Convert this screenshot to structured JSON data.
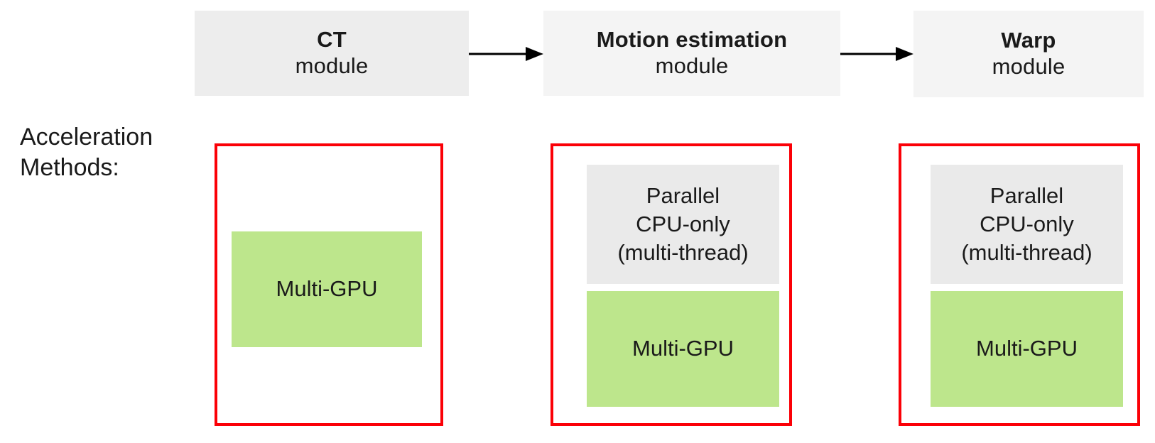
{
  "diagram": {
    "type": "pipeline-with-acceleration-methods",
    "colors": {
      "module_fill_light": "#f4f4f4",
      "module_fill_dark": "#ededed",
      "group_border_red": "#fb0007",
      "chip_gray": "#eaeaea",
      "chip_green": "#bde68c",
      "text": "#1a1a1a",
      "arrow": "#000000",
      "background": "#ffffff"
    },
    "caption": {
      "label": "Acceleration\nMethods:"
    },
    "pipeline": {
      "modules": [
        {
          "title": "CT",
          "subtitle": "module"
        },
        {
          "title": "Motion estimation",
          "subtitle": "module"
        },
        {
          "title": "Warp",
          "subtitle": "module"
        }
      ],
      "arrows": [
        {
          "from": "CT",
          "to": "Motion estimation",
          "glyph": "arrow-right"
        },
        {
          "from": "Motion estimation",
          "to": "Warp",
          "glyph": "arrow-right"
        }
      ]
    },
    "acceleration_groups": [
      {
        "for_module": "CT",
        "methods": [
          {
            "label": "Multi-GPU",
            "kind": "green"
          }
        ]
      },
      {
        "for_module": "Motion estimation",
        "methods": [
          {
            "label": "Parallel\nCPU-only\n(multi-thread)",
            "kind": "gray"
          },
          {
            "label": "Multi-GPU",
            "kind": "green"
          }
        ]
      },
      {
        "for_module": "Warp",
        "methods": [
          {
            "label": "Parallel\nCPU-only\n(multi-thread)",
            "kind": "gray"
          },
          {
            "label": "Multi-GPU",
            "kind": "green"
          }
        ]
      }
    ]
  }
}
